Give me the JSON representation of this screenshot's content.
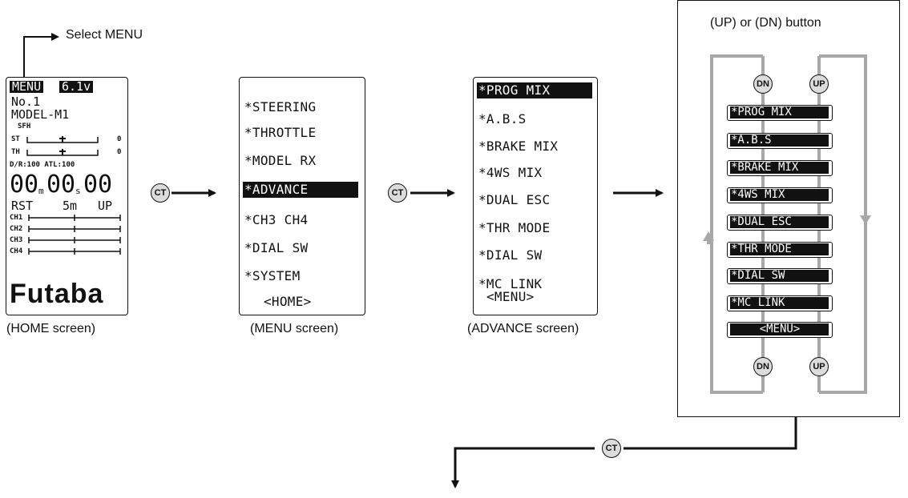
{
  "header": {
    "select_menu_label": "Select MENU"
  },
  "home_screen": {
    "menu_tag": "MENU",
    "voltage": "6.1v",
    "model_number": "No.1",
    "model_name": "MODEL-M1",
    "sfh": "SFH",
    "st_label": "ST",
    "st_value": "0",
    "th_label": "TH",
    "th_value": "0",
    "dr_atl": "D/R:100 ATL:100",
    "timer_digits": [
      "00",
      "00",
      "00"
    ],
    "timer_units": [
      "m",
      "s"
    ],
    "rst": "RST",
    "rst_time": "5m",
    "rst_dir": "UP",
    "channels": [
      "CH1",
      "CH2",
      "CH3",
      "CH4"
    ],
    "brand": "Futaba",
    "caption": "(HOME screen)"
  },
  "menu_screen": {
    "items": [
      "*STEERING",
      "*THROTTLE",
      "*MODEL RX",
      "*ADVANCE",
      "*CH3 CH4",
      "*DIAL SW",
      "*SYSTEM",
      "<HOME>"
    ],
    "selected_index": 3,
    "caption": "(MENU screen)"
  },
  "advance_screen": {
    "items": [
      "*PROG MIX",
      "*A.B.S",
      "*BRAKE MIX",
      "*4WS MIX",
      "*DUAL ESC",
      "*THR MODE",
      "*DIAL SW",
      "*MC LINK",
      "<MENU>"
    ],
    "selected_index": 0,
    "caption": "(ADVANCE screen)"
  },
  "buttons": {
    "ct": "CT",
    "dn": "DN",
    "up": "UP"
  },
  "right_panel": {
    "title": "(UP) or (DN) button",
    "items": [
      "*PROG MIX",
      "*A.B.S",
      "*BRAKE MIX",
      "*4WS MIX",
      "*DUAL ESC",
      "*THR MODE",
      "*DIAL SW",
      "*MC LINK",
      "<MENU>"
    ]
  },
  "colors": {
    "ink": "#111111",
    "cycle_gray": "#a8a8a8",
    "button_fill": "#dcdcdc"
  }
}
